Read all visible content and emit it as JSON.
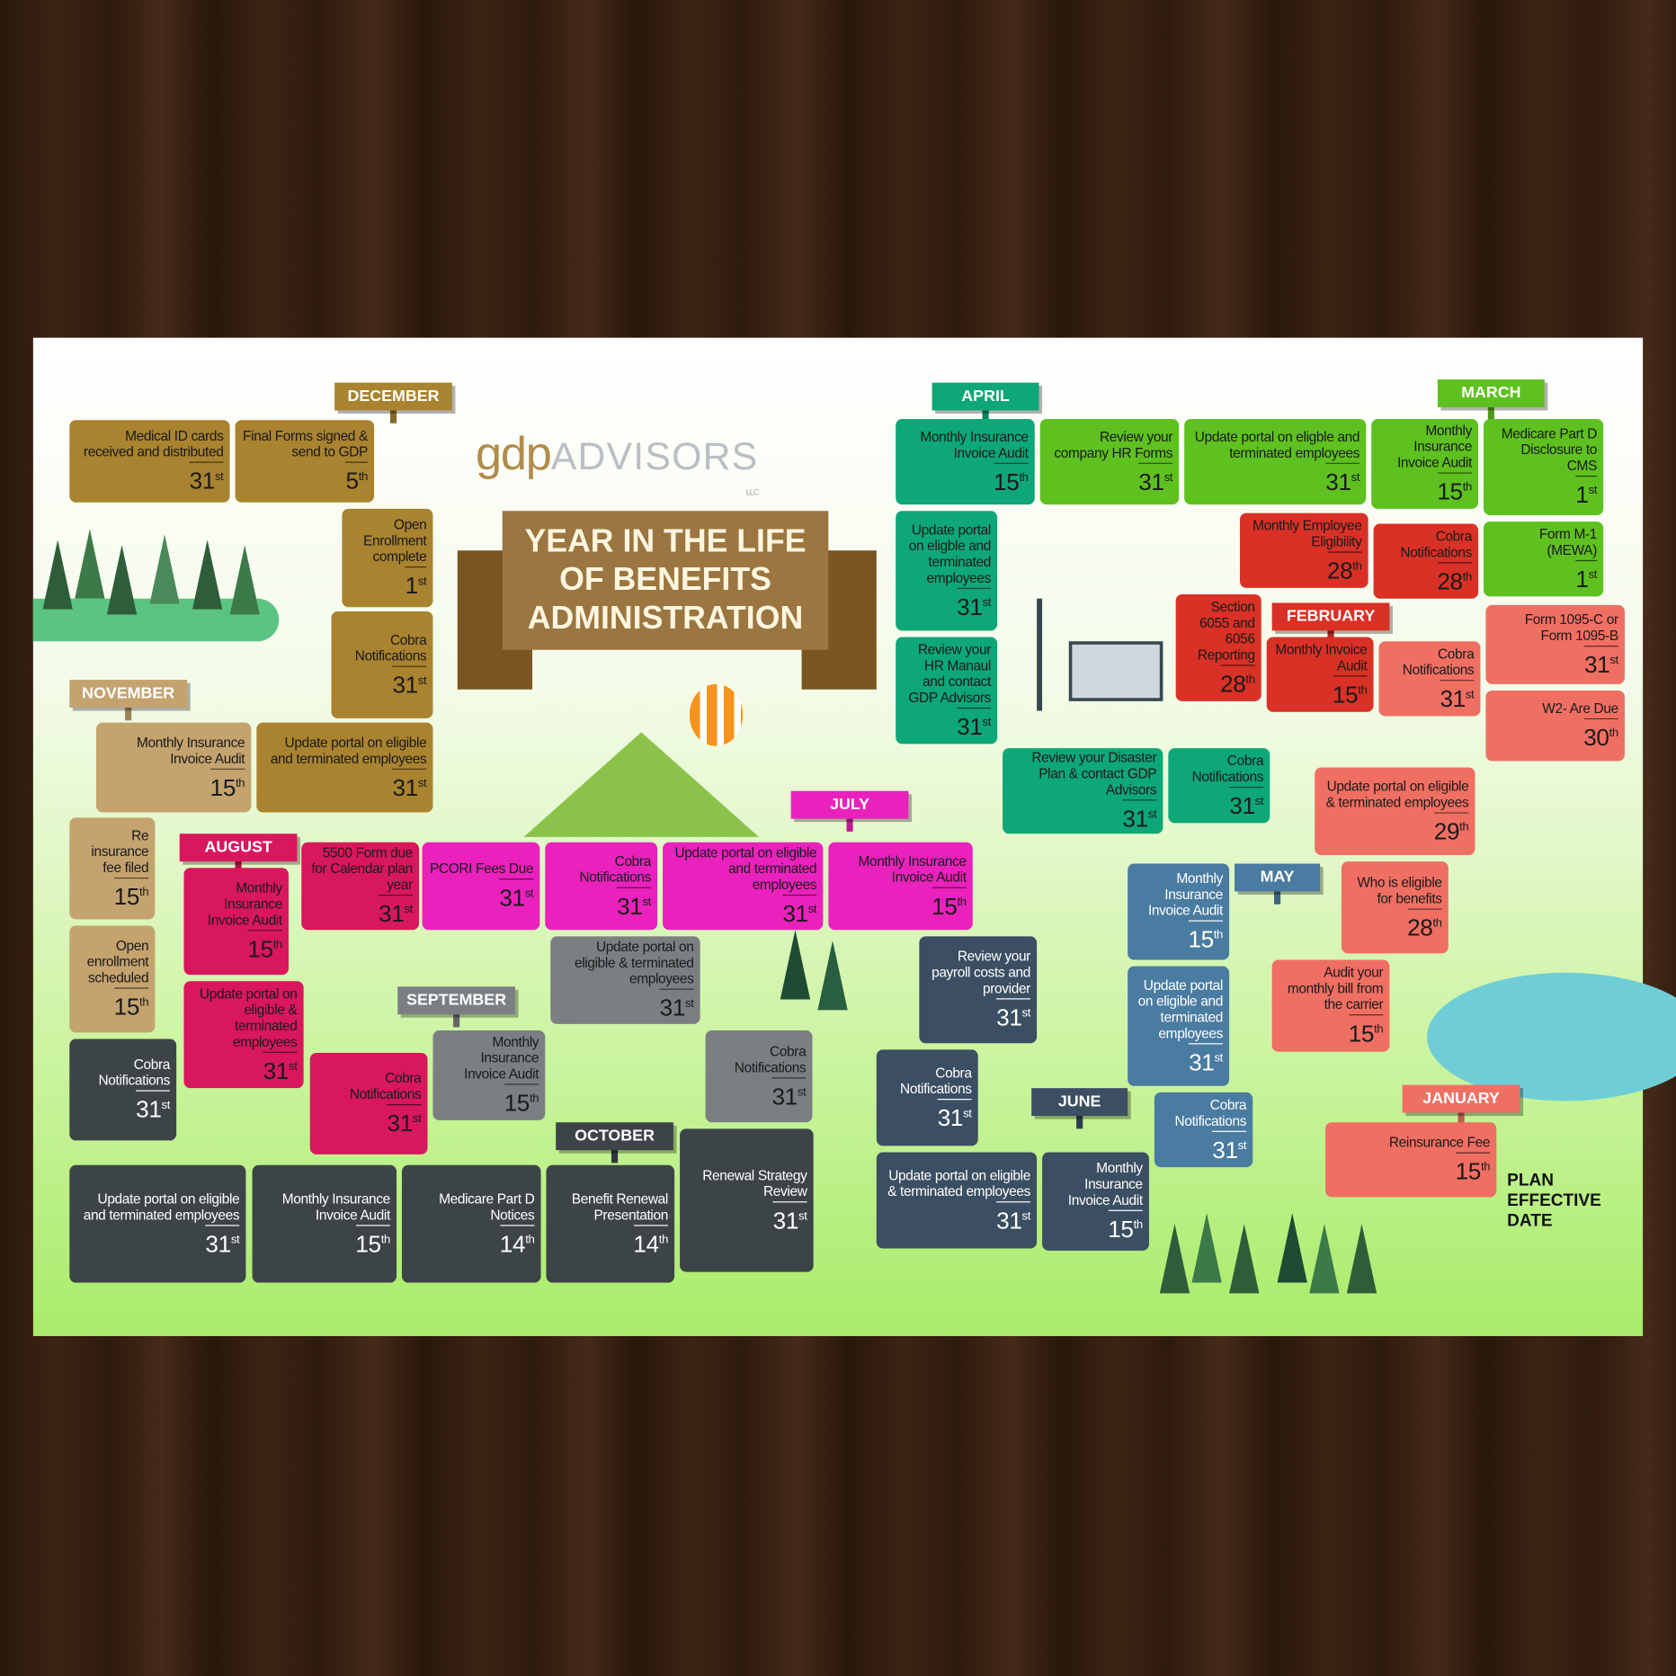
{
  "logo": {
    "brand": "gdp",
    "name": "ADVISORS",
    "suffix": "LLC"
  },
  "title": "YEAR IN THE LIFE OF BENEFITS ADMINISTRATION",
  "plan_effective": "PLAN EFFECTIVE DATE",
  "months": [
    {
      "name": "DECEMBER",
      "color": "#a9832f",
      "tiles": [
        {
          "text": "Medical ID cards received and distributed",
          "day": "31",
          "sfx": "st"
        },
        {
          "text": "Final Forms signed & send to GDP",
          "day": "5",
          "sfx": "th"
        },
        {
          "text": "Open Enrollment complete",
          "day": "1",
          "sfx": "st"
        },
        {
          "text": "Cobra Notifications",
          "day": "31",
          "sfx": "st"
        },
        {
          "text": "Update portal on eligible and terminated employees",
          "day": "31",
          "sfx": "st"
        }
      ]
    },
    {
      "name": "NOVEMBER",
      "color": "#c4a36f",
      "tiles": [
        {
          "text": "Monthly Insurance Invoice Audit",
          "day": "15",
          "sfx": "th"
        },
        {
          "text": "Re insurance fee filed",
          "day": "15",
          "sfx": "th"
        },
        {
          "text": "Open enrollment scheduled",
          "day": "15",
          "sfx": "th"
        }
      ]
    },
    {
      "name": "OCTOBER",
      "color": "#3d4448",
      "tiles": [
        {
          "text": "Cobra Notifications",
          "day": "31",
          "sfx": "st"
        },
        {
          "text": "Update portal on eligible and terminated employees",
          "day": "31",
          "sfx": "st"
        },
        {
          "text": "Monthly Insurance Invoice Audit",
          "day": "15",
          "sfx": "th"
        },
        {
          "text": "Medicare Part D Notices",
          "day": "14",
          "sfx": "th"
        },
        {
          "text": "Benefit Renewal Presentation",
          "day": "14",
          "sfx": "th"
        },
        {
          "text": "Renewal Strategy Review",
          "day": "31",
          "sfx": "st"
        }
      ]
    },
    {
      "name": "SEPTEMBER",
      "color": "#7b7f82",
      "tiles": [
        {
          "text": "Cobra Notifications",
          "day": "31",
          "sfx": "st"
        },
        {
          "text": "Update portal on eligible & terminated employees",
          "day": "31",
          "sfx": "st"
        },
        {
          "text": "Monthly Insurance Invoice Audit",
          "day": "15",
          "sfx": "th"
        }
      ]
    },
    {
      "name": "AUGUST",
      "color": "#d8175c",
      "tiles": [
        {
          "text": "Cobra Notifications",
          "day": "31",
          "sfx": "st"
        },
        {
          "text": "Update portal on eligible & terminated employees",
          "day": "31",
          "sfx": "st"
        },
        {
          "text": "Monthly Insurance Invoice Audit",
          "day": "15",
          "sfx": "th"
        },
        {
          "text": "5500 Form due for Calendar plan year",
          "day": "31",
          "sfx": "st"
        }
      ]
    },
    {
      "name": "JULY",
      "color": "#ea21bd",
      "tiles": [
        {
          "text": "PCORI Fees Due",
          "day": "31",
          "sfx": "st"
        },
        {
          "text": "Cobra Notifications",
          "day": "31",
          "sfx": "st"
        },
        {
          "text": "Update portal on eligible and terminated employees",
          "day": "31",
          "sfx": "st"
        },
        {
          "text": "Monthly Insurance Invoice Audit",
          "day": "15",
          "sfx": "th"
        }
      ]
    },
    {
      "name": "JUNE",
      "color": "#3b4e62",
      "tiles": [
        {
          "text": "Review your payroll costs and provider",
          "day": "31",
          "sfx": "st"
        },
        {
          "text": "Cobra Notifications",
          "day": "31",
          "sfx": "st"
        },
        {
          "text": "Update portal on eligible & terminated employees",
          "day": "31",
          "sfx": "st"
        },
        {
          "text": "Monthly Insurance Invoice Audit",
          "day": "15",
          "sfx": "th"
        }
      ]
    },
    {
      "name": "MAY",
      "color": "#4a7ba0",
      "tiles": [
        {
          "text": "Cobra Notifications",
          "day": "31",
          "sfx": "st"
        },
        {
          "text": "Update portal on eligible and terminated employees",
          "day": "31",
          "sfx": "st"
        },
        {
          "text": "Monthly Insurance Invoice Audit",
          "day": "15",
          "sfx": "th"
        }
      ]
    },
    {
      "name": "APRIL",
      "color": "#0ea777",
      "tiles": [
        {
          "text": "Cobra Notifications",
          "day": "31",
          "sfx": "st"
        },
        {
          "text": "Review your Disaster Plan & contact GDP Advisors",
          "day": "31",
          "sfx": "st"
        },
        {
          "text": "Review your HR Manaul and contact GDP Advisors",
          "day": "31",
          "sfx": "st"
        },
        {
          "text": "Update portal on eligble and terminated employees",
          "day": "31",
          "sfx": "st"
        },
        {
          "text": "Monthly Insurance Invoice Audit",
          "day": "15",
          "sfx": "th"
        }
      ]
    },
    {
      "name": "MARCH",
      "color": "#5ec11f",
      "tiles": [
        {
          "text": "Review your company HR Forms",
          "day": "31",
          "sfx": "st"
        },
        {
          "text": "Update portal on eligble and terminated employees",
          "day": "31",
          "sfx": "st"
        },
        {
          "text": "Monthly Insurance Invoice Audit",
          "day": "15",
          "sfx": "th"
        },
        {
          "text": "Medicare Part D Disclosure to CMS",
          "day": "1",
          "sfx": "st"
        },
        {
          "text": "Form M-1 (MEWA)",
          "day": "1",
          "sfx": "st"
        }
      ]
    },
    {
      "name": "FEBRUARY",
      "color": "#d93126",
      "tiles": [
        {
          "text": "Monthly Employee Eligibility",
          "day": "28",
          "sfx": "th"
        },
        {
          "text": "Cobra Notifications",
          "day": "28",
          "sfx": "th"
        },
        {
          "text": "Section 6055 and 6056 Reporting",
          "day": "28",
          "sfx": "th"
        },
        {
          "text": "Monthly Invoice Audit",
          "day": "15",
          "sfx": "th"
        }
      ]
    },
    {
      "name": "JANUARY",
      "color": "#f06f63",
      "tiles": [
        {
          "text": "Cobra Notifications",
          "day": "31",
          "sfx": "st"
        },
        {
          "text": "Form 1095-C or Form 1095-B",
          "day": "31",
          "sfx": "st"
        },
        {
          "text": "W2- Are Due",
          "day": "30",
          "sfx": "th"
        },
        {
          "text": "Update portal on eligible & terminated employees",
          "day": "29",
          "sfx": "th"
        },
        {
          "text": "Who is eligible for benefits",
          "day": "28",
          "sfx": "th"
        },
        {
          "text": "Audit your monthly bill from the carrier",
          "day": "15",
          "sfx": "th"
        },
        {
          "text": "Reinsurance Fee",
          "day": "15",
          "sfx": "th"
        }
      ]
    }
  ]
}
